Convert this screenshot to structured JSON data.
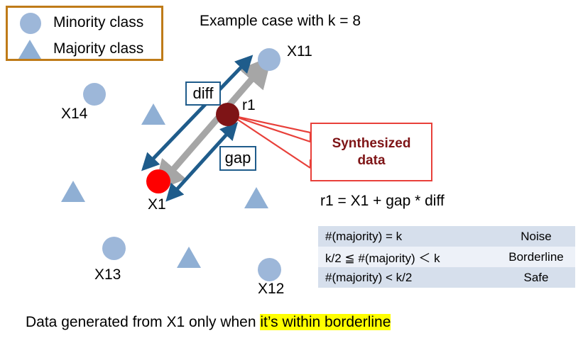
{
  "legend": {
    "items": [
      {
        "shape": "circle",
        "label": "Minority class",
        "color": "#9DB7D9"
      },
      {
        "shape": "triangle",
        "label": "Majority class",
        "color": "#8FAFD4"
      }
    ],
    "border_color": "#BF7B18"
  },
  "title": "Example case with k = 8",
  "points": [
    {
      "id": "X11",
      "label": "X11",
      "type": "minority"
    },
    {
      "id": "X14",
      "label": "X14",
      "type": "minority"
    },
    {
      "id": "X13",
      "label": "X13",
      "type": "minority"
    },
    {
      "id": "X12",
      "label": "X12",
      "type": "minority"
    },
    {
      "id": "X1",
      "label": "X1",
      "type": "seed"
    },
    {
      "id": "r1",
      "label": "r1",
      "type": "synthesized"
    }
  ],
  "arrows": {
    "diff_label": "diff",
    "gap_label": "gap",
    "vector_color": "#A6A6A6",
    "measure_color": "#1F5C8B"
  },
  "callout": {
    "line1": "Synthesized",
    "line2": "data",
    "border_color": "#E8403A",
    "text_color": "#7E1416"
  },
  "formula": "r1 = X1 + gap * diff",
  "table": {
    "rows": [
      {
        "condition": "#(majority) = k",
        "result": "Noise"
      },
      {
        "condition": "k/2 ≦ #(majority) ＜ k",
        "result": "Borderline"
      },
      {
        "condition": "#(majority) < k/2",
        "result": "Safe"
      }
    ]
  },
  "caption": {
    "plain": "Data generated from X1 only when ",
    "highlighted": "it’s within borderline",
    "highlight_color": "#FFFF00"
  }
}
